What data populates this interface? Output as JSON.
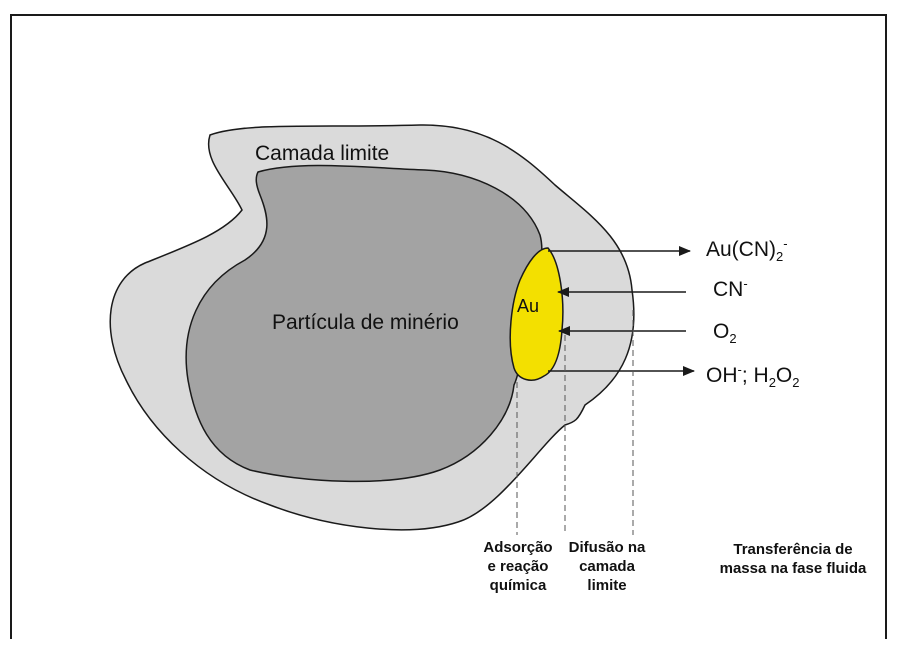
{
  "labels": {
    "boundary_layer": "Camada limite",
    "particle": "Partícula de minério",
    "gold": "Au"
  },
  "species": {
    "aucn": {
      "base": "Au(CN)",
      "sub": "2",
      "sup": "-"
    },
    "cn": {
      "base": "CN",
      "sup": "-"
    },
    "o2": {
      "base": "O",
      "sub": "2"
    },
    "oh": {
      "base": "OH",
      "sup": "-",
      "sep": "; H",
      "sub1": "2",
      "o": "O",
      "sub2": "2"
    }
  },
  "steps": {
    "adsorption": [
      "Adsorção",
      "e reação",
      "química"
    ],
    "diffusion": [
      "Difusão na",
      "camada",
      "limite"
    ],
    "mass_transfer": [
      "Transferência de",
      "massa na fase fluida"
    ]
  },
  "colors": {
    "boundary_fill": "#dadada",
    "particle_fill": "#a3a3a3",
    "gold_fill": "#f3e000",
    "line": "#1a1a1a"
  }
}
